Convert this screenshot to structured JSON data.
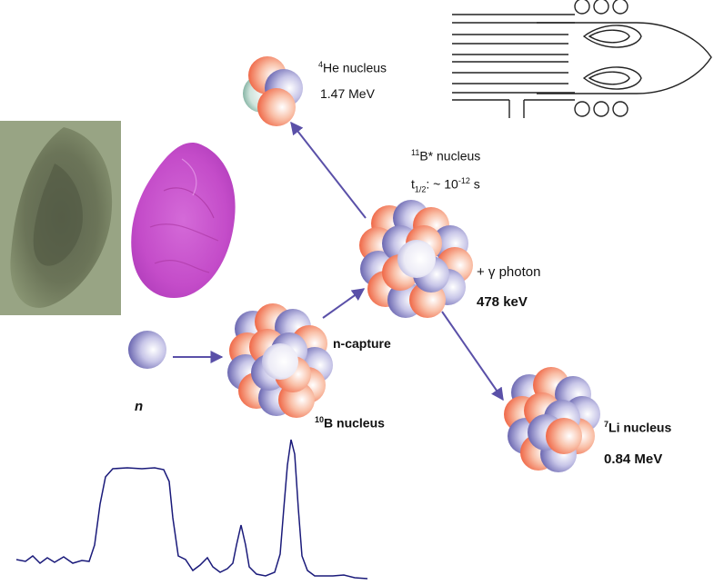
{
  "labels": {
    "he_nucleus": {
      "mass": "4",
      "name": "He nucleus",
      "energy": "1.47 MeV"
    },
    "b11_nucleus": {
      "mass": "11",
      "name": "B* nucleus",
      "half_life_prefix": "t",
      "half_life_sub": "1/2",
      "half_life_mid": ": ~ 10",
      "half_life_exp": "-12",
      "half_life_unit": " s"
    },
    "gamma": {
      "text": "+ γ photon",
      "energy": "478 keV"
    },
    "n_capture": "n-capture",
    "neutron": "n",
    "b10_nucleus": {
      "mass": "10",
      "name": "B nucleus"
    },
    "li_nucleus": {
      "mass": "7",
      "name": "Li nucleus",
      "energy": "0.84 MeV"
    }
  },
  "colors": {
    "arrow": "#5a50a8",
    "nucleon_blue": "#6e6ab4",
    "nucleon_red": "#f06a4a",
    "stain_magenta": "#c64fcb",
    "scan_green": "#8c9a78",
    "spectrum": "#1a1a7a"
  }
}
